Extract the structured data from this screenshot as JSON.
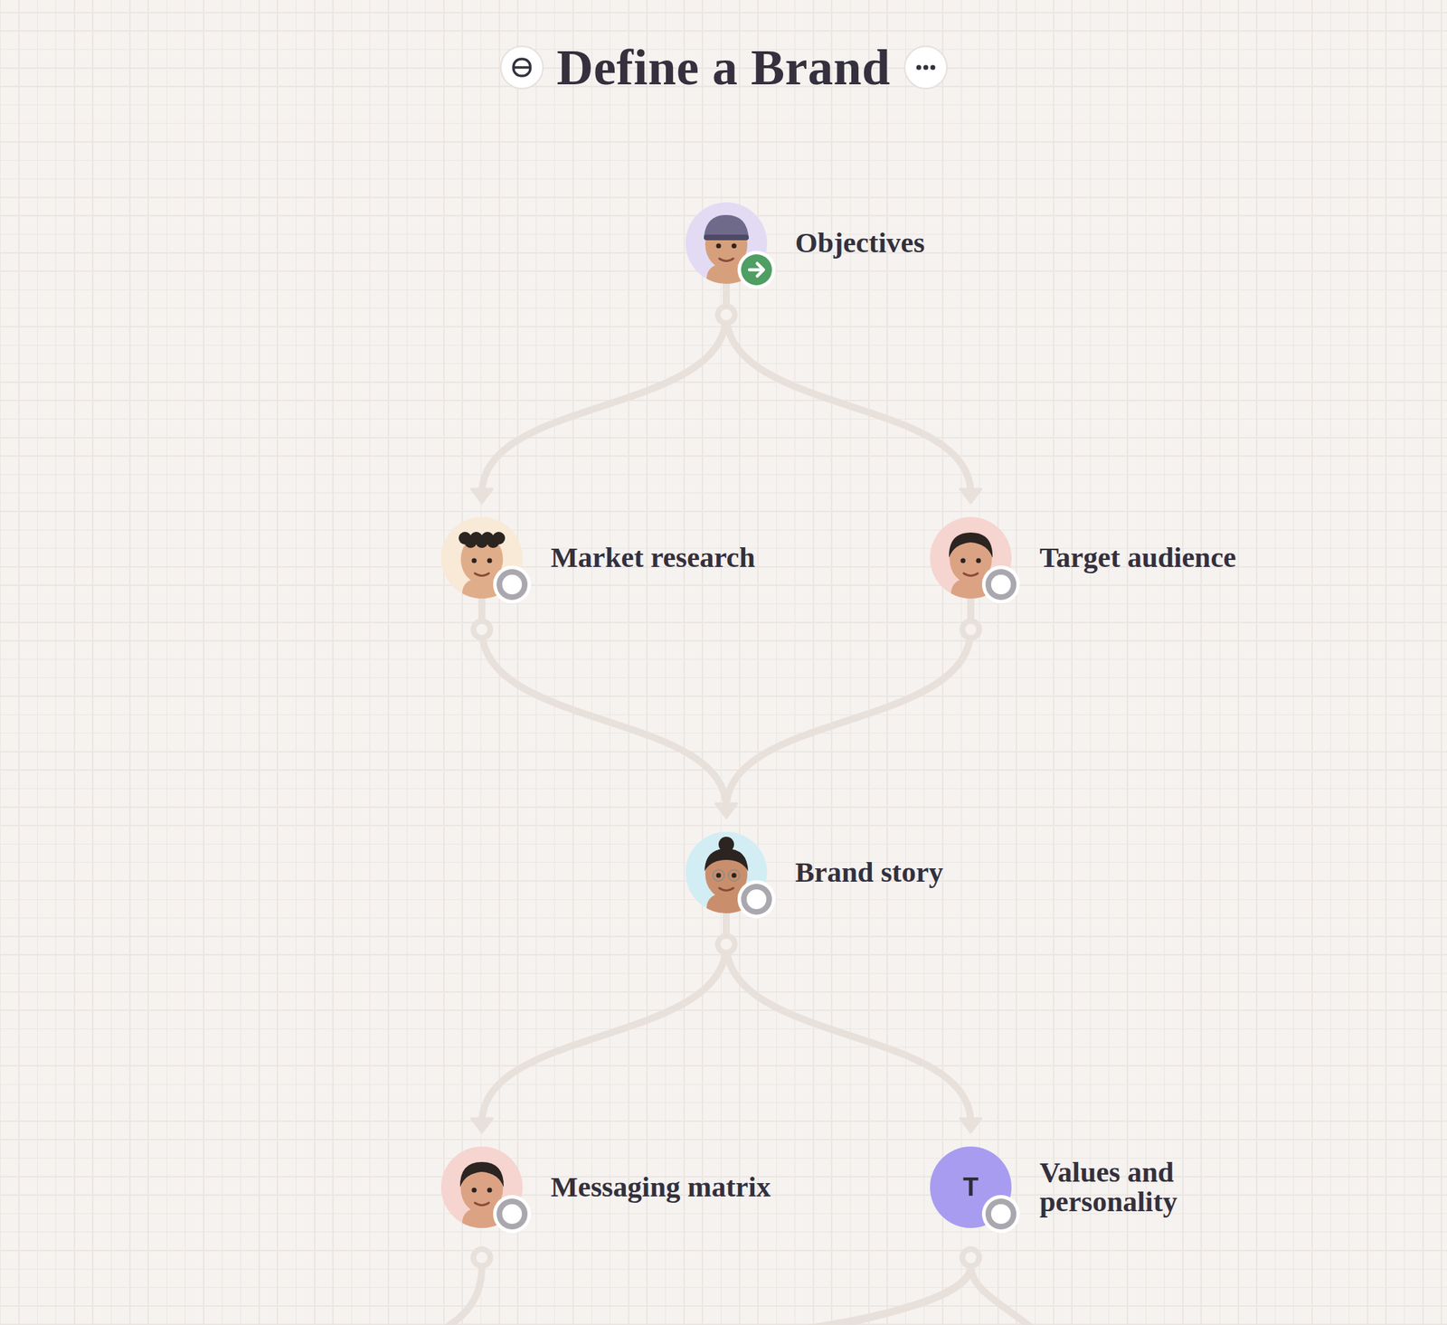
{
  "diagram": {
    "title": "Define a Brand",
    "nodes": [
      {
        "text": [
          "Objectives"
        ]
      },
      {
        "text": [
          "Market research"
        ]
      },
      {
        "text": [
          "Target audience"
        ]
      },
      {
        "text": [
          "Brand story"
        ]
      },
      {
        "text": [
          "Messaging matrix"
        ]
      },
      {
        "text": [
          "Values and personality"
        ]
      }
    ],
    "edges": [
      {
        "from": 0,
        "to": 1,
        "arrow": "to"
      },
      {
        "from": 0,
        "to": 2,
        "arrow": "to"
      },
      {
        "from": 1,
        "to": 3,
        "arrow": "to"
      },
      {
        "from": 2,
        "to": 3,
        "arrow": "to"
      },
      {
        "from": 3,
        "to": 4,
        "arrow": "to"
      },
      {
        "from": 3,
        "to": 5,
        "arrow": "to"
      }
    ],
    "labels": [
      "T"
    ]
  }
}
